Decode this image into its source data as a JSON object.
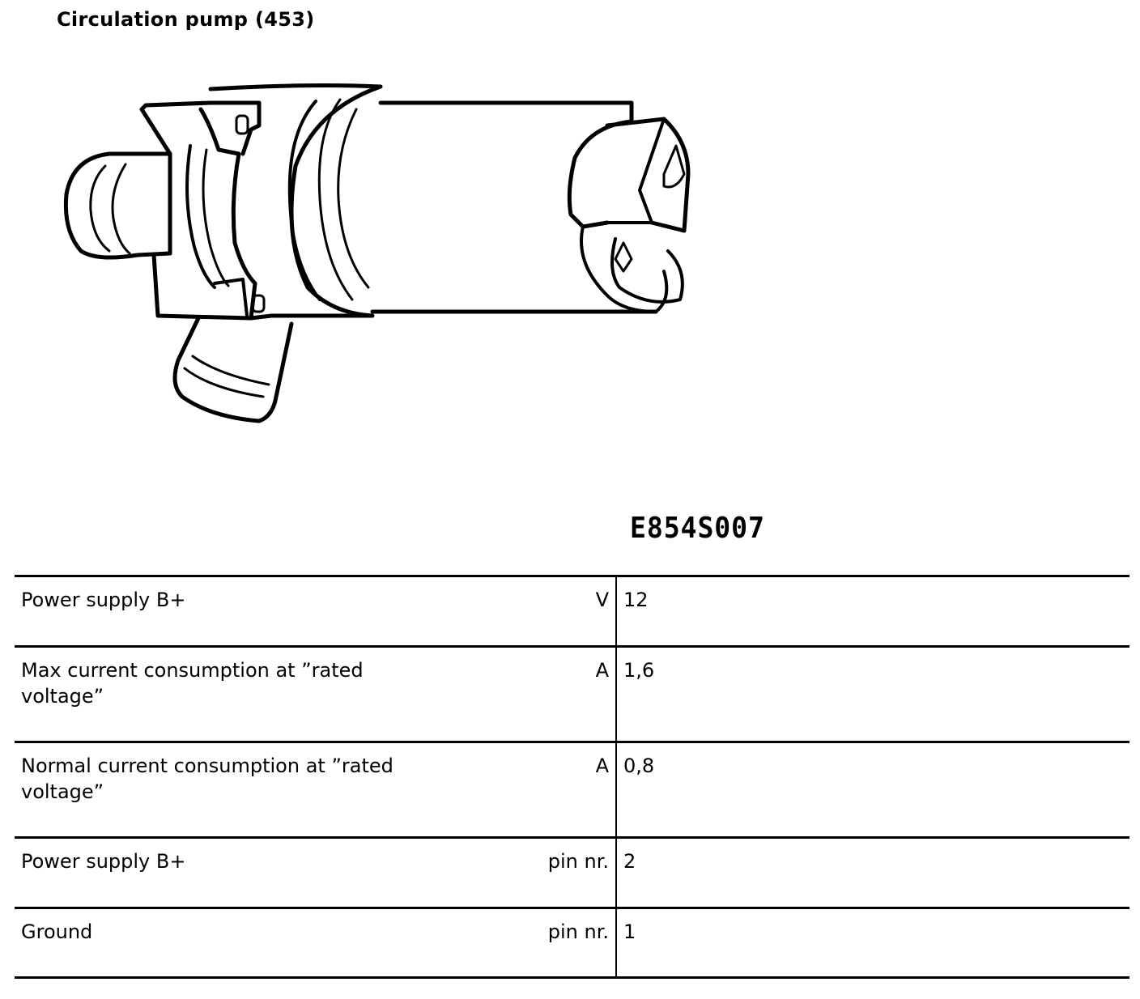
{
  "document": {
    "title": "Circulation pump (453)",
    "figure_code": "E854S007"
  },
  "spec_table": {
    "rows": [
      {
        "parameter": "Power supply B+",
        "unit": "V",
        "value": "12"
      },
      {
        "parameter": "Max current consumption at ”rated voltage”",
        "unit": "A",
        "value": "1,6"
      },
      {
        "parameter": "Normal current consumption at ”rated voltage”",
        "unit": "A",
        "value": "0,8"
      },
      {
        "parameter": "Power supply B+",
        "unit": "pin nr.",
        "value": "2"
      },
      {
        "parameter": "Ground",
        "unit": "pin nr.",
        "value": "1"
      }
    ]
  }
}
